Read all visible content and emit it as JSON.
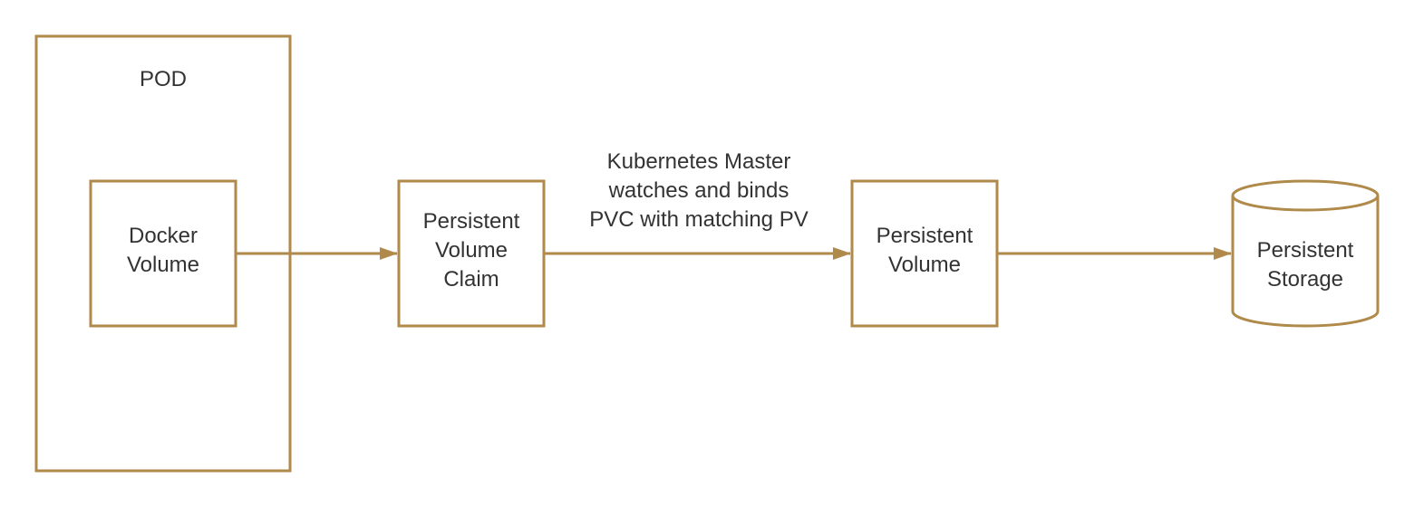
{
  "diagram": {
    "accent_color": "#b08a4a",
    "text_color": "#333333",
    "pod": {
      "label": "POD"
    },
    "docker_volume": {
      "line1": "Docker",
      "line2": "Volume"
    },
    "pvc": {
      "line1": "Persistent",
      "line2": "Volume",
      "line3": "Claim"
    },
    "binding_note": {
      "line1": "Kubernetes Master",
      "line2": "watches and binds",
      "line3": "PVC with matching PV"
    },
    "pv": {
      "line1": "Persistent",
      "line2": "Volume"
    },
    "storage": {
      "line1": "Persistent",
      "line2": "Storage",
      "icon": "cylinder-icon"
    }
  }
}
